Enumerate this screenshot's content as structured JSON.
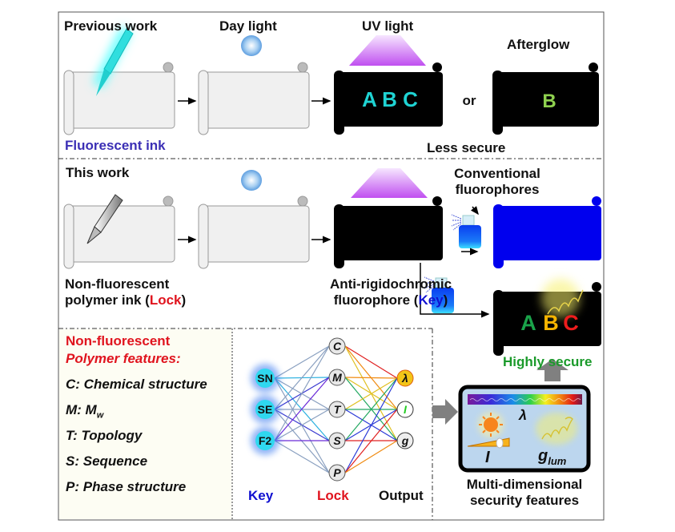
{
  "previous_work": {
    "title": "Previous work",
    "day_light_label": "Day light",
    "uv_light_label": "UV light",
    "afterglow_label": "Afterglow",
    "uv_scroll_text": "A B C",
    "or_label": "or",
    "afterglow_scroll_text": "B",
    "ink_label": "Fluorescent ink",
    "security_label": "Less secure"
  },
  "this_work": {
    "title": "This work",
    "ink_label_line1": "Non-fluorescent",
    "ink_label_line2_prefix": "polymer ink (",
    "ink_label_line2_key": "Lock",
    "ink_label_line2_suffix": ")",
    "fluorophore_line1": "Anti-rigidochromic",
    "fluorophore_line2_prefix": "fluorophore (",
    "fluorophore_line2_key": "Key",
    "fluorophore_line2_suffix": ")",
    "conventional_line1": "Conventional",
    "conventional_line2": "fluorophores",
    "secure_letters": [
      "A",
      "B",
      "C"
    ],
    "secure_label": "Highly secure"
  },
  "features_panel": {
    "heading_line1": "Non-fluorescent",
    "heading_line2": "Polymer features:",
    "items": [
      {
        "key": "C:",
        "text": "Chemical structure"
      },
      {
        "key": "M:",
        "text": "M",
        "subscript": "w"
      },
      {
        "key": "T:",
        "text": "Topology"
      },
      {
        "key": "S:",
        "text": "Sequence"
      },
      {
        "key": "P:",
        "text": "Phase structure"
      }
    ]
  },
  "network": {
    "key_nodes": [
      "SN",
      "SE",
      "F2"
    ],
    "lock_nodes": [
      "C",
      "M",
      "T",
      "S",
      "P"
    ],
    "output_nodes": [
      "λ",
      "I",
      "g"
    ],
    "key_label": "Key",
    "lock_label": "Lock",
    "output_label": "Output"
  },
  "security_box": {
    "lambda_label": "λ",
    "intensity_label": "I",
    "glum_label": "g",
    "glum_subscript": "lum",
    "caption_line1": "Multi-dimensional",
    "caption_line2": "security features"
  },
  "colors": {
    "ink_blue": "#3b2fb5",
    "lock_red": "#e0141e",
    "key_blue": "#1010d0",
    "secure_green": "#1a9a2a",
    "uv_cyan": "#1fd3d3",
    "afterglow_green": "#8fd14f",
    "conventional_blue": "#0000ee",
    "letter_a": "#1aa34a",
    "letter_b": "#f6b400",
    "letter_c": "#ee1c1c"
  }
}
